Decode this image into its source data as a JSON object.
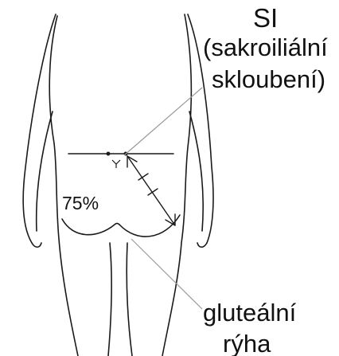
{
  "labels": {
    "si_abbreviation": "SI",
    "si_line1": "(sakroiliální",
    "si_line2": "skloubení)",
    "percentage": "75%",
    "gluteal_line1": "gluteální",
    "gluteal_line2": "rýha"
  },
  "colors": {
    "outline": "#1a1a1a",
    "leader_line": "#9a9a9a",
    "text": "#111111"
  }
}
